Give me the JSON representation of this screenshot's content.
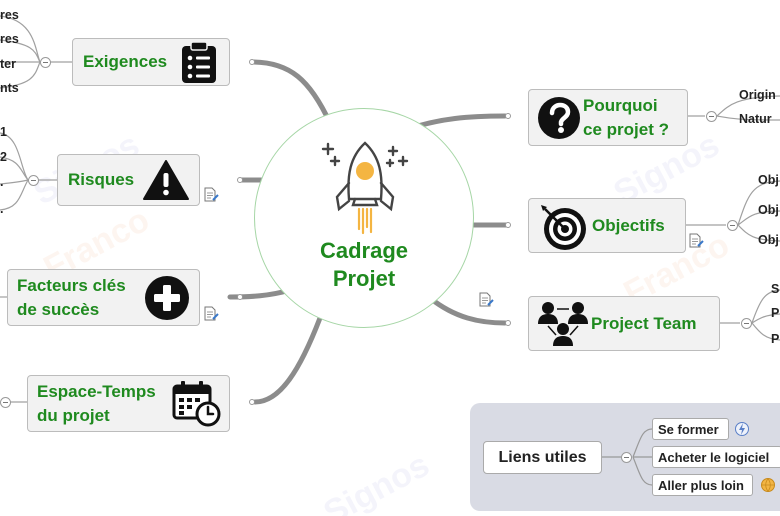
{
  "center": {
    "title": "Cadrage\nProjet"
  },
  "branches": {
    "exigences": {
      "label": "Exigences",
      "leaves": [
        "res",
        "res",
        "ter",
        "nts"
      ]
    },
    "risques": {
      "label": "Risques",
      "leaves": [
        "1",
        "2",
        ".",
        "."
      ]
    },
    "facteurs": {
      "label": "Facteurs clés\nde succès"
    },
    "espace": {
      "label": "Espace-Temps\ndu projet"
    },
    "pourquoi": {
      "label": "Pourquoi\nce projet ?",
      "leaves": [
        "Origin",
        "Natur"
      ]
    },
    "objectifs": {
      "label": "Objectifs",
      "leaves": [
        "Obj",
        "Obj",
        "Obj"
      ]
    },
    "team": {
      "label": "Project Team",
      "leaves": [
        "S",
        "P",
        "P"
      ]
    }
  },
  "useful_links": {
    "title": "Liens utiles",
    "items": [
      "Se former",
      "Acheter le logiciel",
      "Aller plus loin"
    ]
  },
  "watermarks": [
    "Signos",
    "Franco",
    "Signos",
    "Franco",
    "Signos"
  ],
  "colors": {
    "accent": "#1f8a1f",
    "node_bg": "#f2f2f2",
    "panel_bg": "#d9dbe4"
  }
}
